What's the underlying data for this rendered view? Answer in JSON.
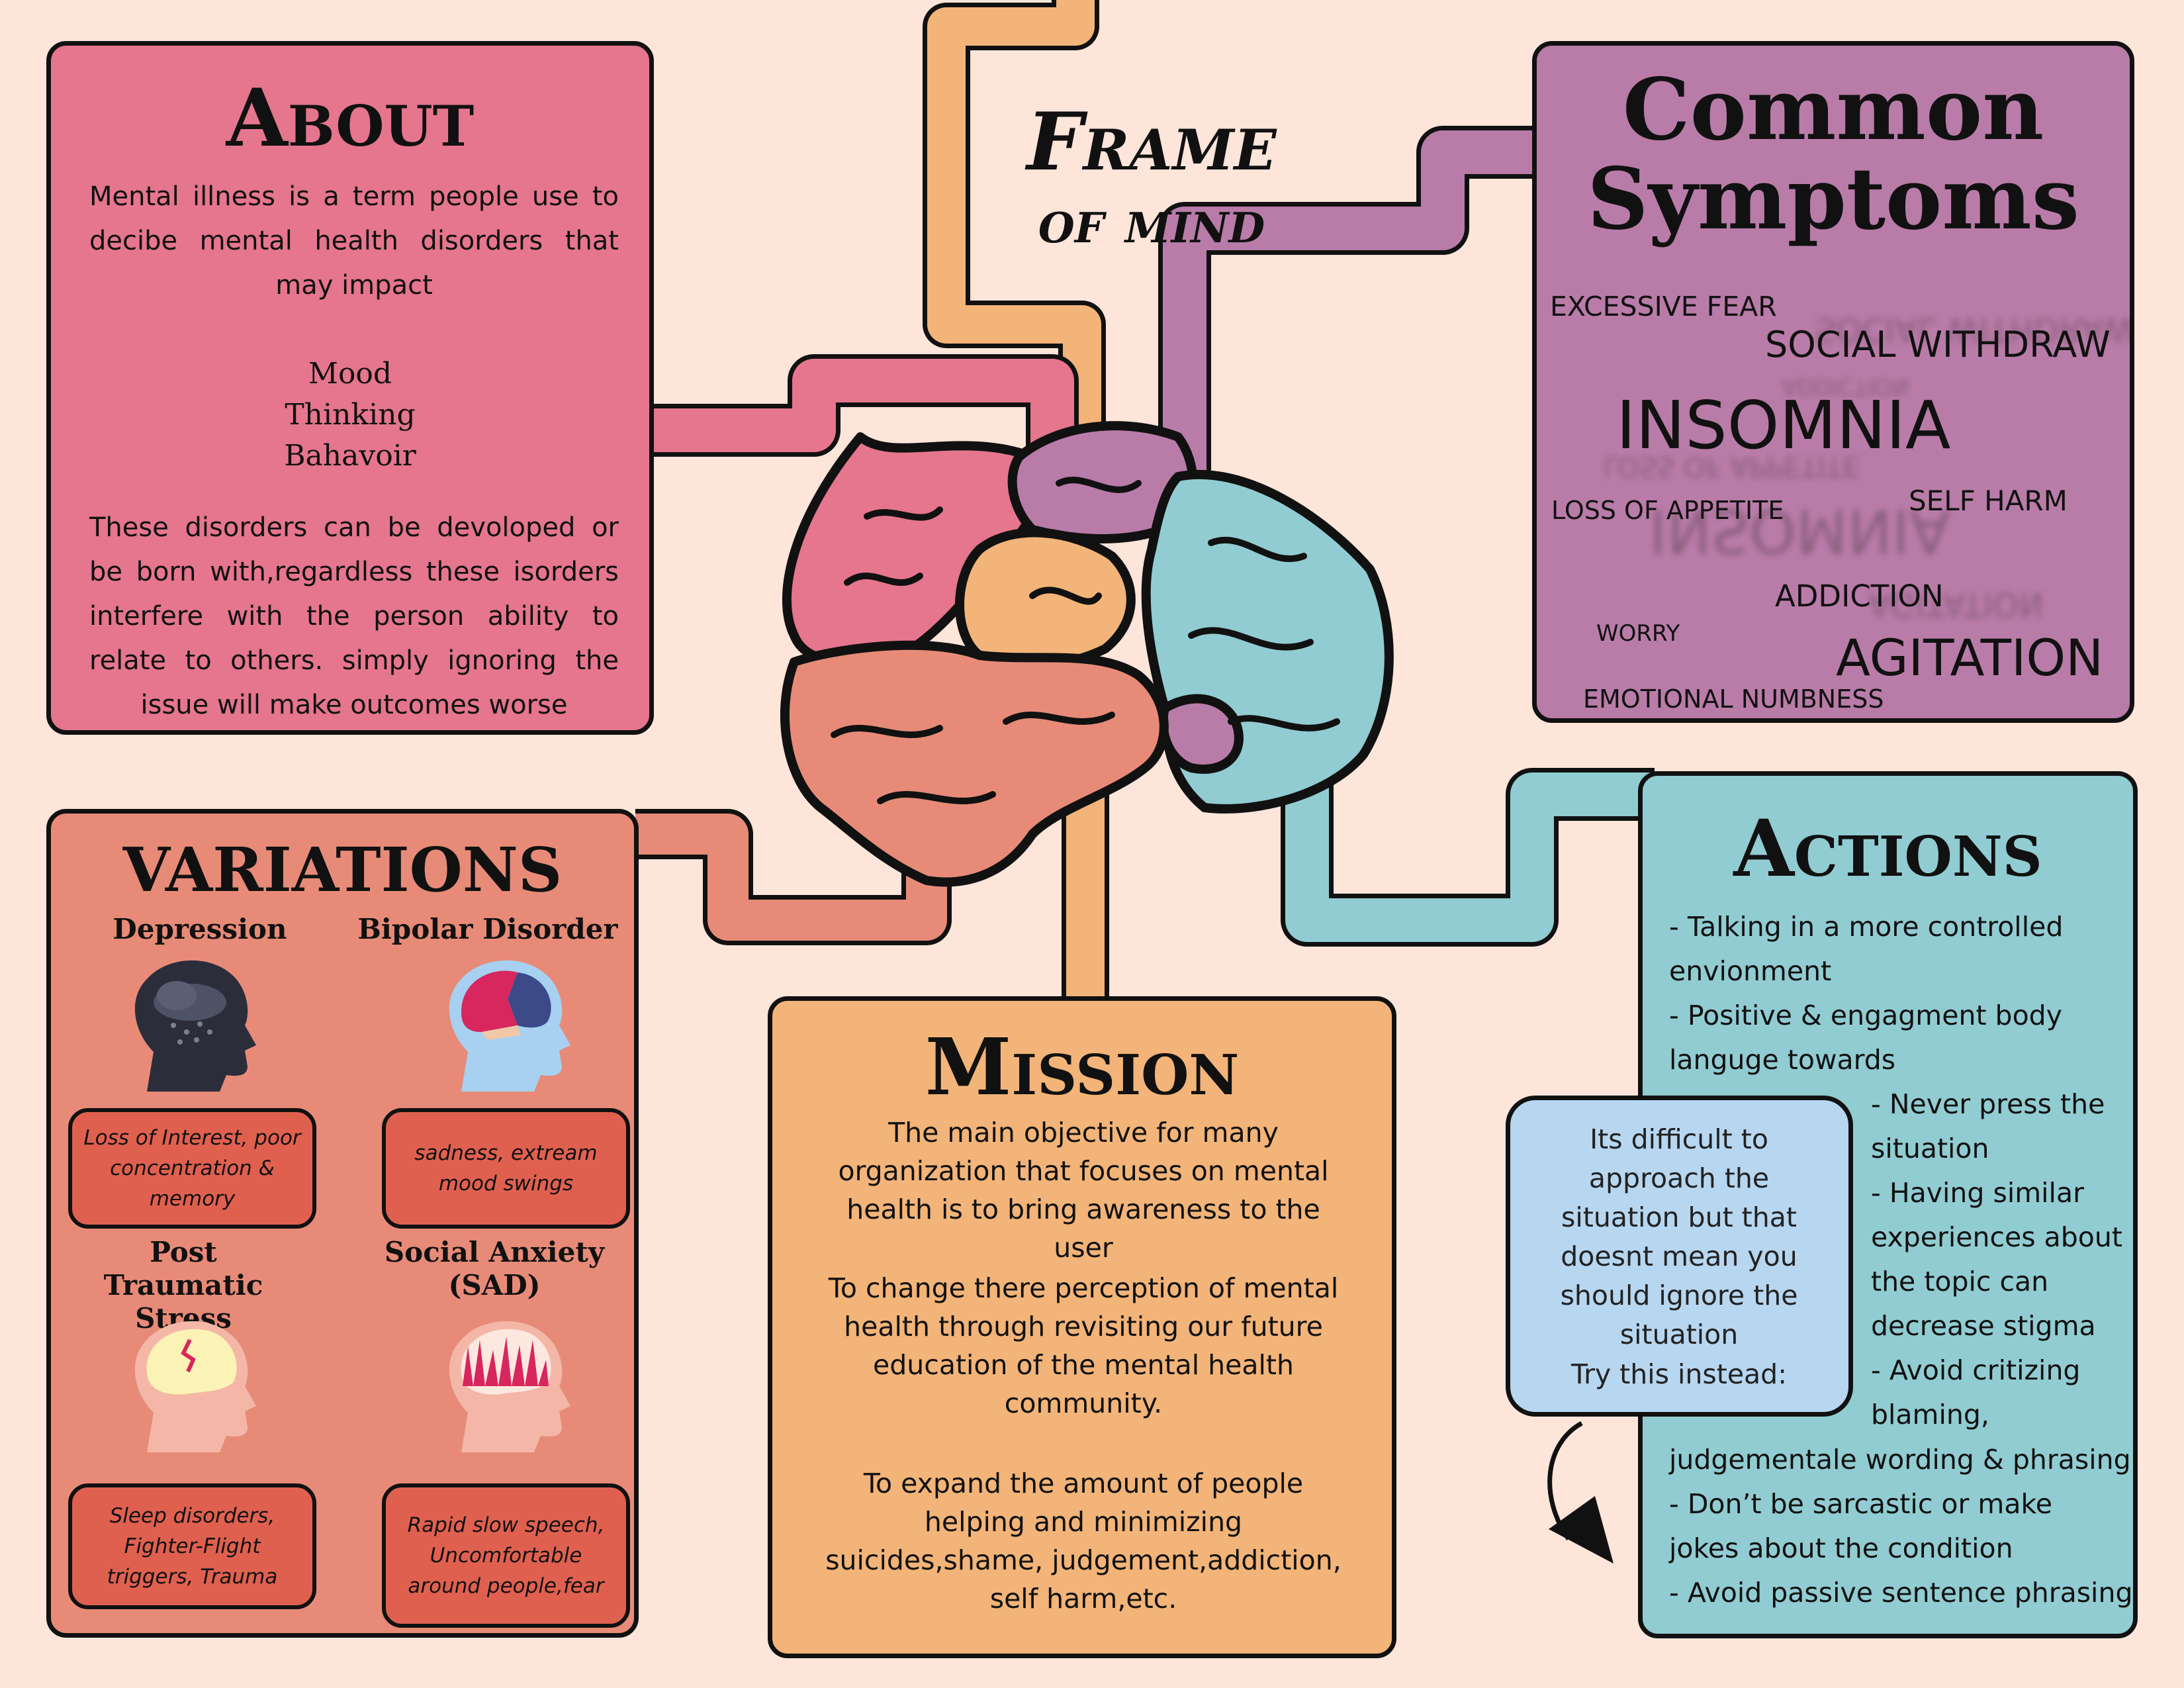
{
  "colors": {
    "background": "#fde5da",
    "about": "#e5768d",
    "symptoms": "#b97ca8",
    "variations": "#e78b78",
    "mission": "#f2b478",
    "actions": "#91ccd2",
    "callout": "#b7d6f0",
    "brain_yellow": "#f2b478",
    "brain_teal": "#91ccd2"
  },
  "header": {
    "title_line1": "Frame",
    "title_line2": "of mind"
  },
  "about": {
    "title": "About",
    "intro": "Mental illness is a term people use to decibe mental health disorders that may impact",
    "items": [
      "Mood",
      "Thinking",
      "Bahavoir"
    ],
    "outro": "These disorders can be devoloped or be born with,regardless these isorders interfere with the person ability to relate to others. simply ignoring the issue will make outcomes worse"
  },
  "symptoms": {
    "title_line1": "Common",
    "title_line2": "Symptoms",
    "words": [
      "EXCESSIVE FEAR",
      "SOCIAL WITHDRAW",
      "INSOMNIA",
      "LOSS OF APPETITE",
      "SELF HARM",
      "ADDICTION",
      "WORRY",
      "AGITATION",
      "EMOTIONAL NUMBNESS"
    ]
  },
  "variations": {
    "title": "VARIATIONS",
    "items": [
      {
        "name": "Depression",
        "desc": "Loss of Interest, poor concentration & memory",
        "icon": "storm-cloud-head-icon"
      },
      {
        "name": "Bipolar Disorder",
        "desc": "sadness, extream mood swings",
        "icon": "split-brain-head-icon"
      },
      {
        "name": "Post Traumatic Stress",
        "desc": "Sleep disorders, Fighter-Flight triggers, Trauma",
        "icon": "cracked-brain-head-icon"
      },
      {
        "name": "Social Anxiety (SAD)",
        "desc": "Rapid slow speech, Uncomfortable around people,fear",
        "icon": "spiked-brain-head-icon"
      }
    ]
  },
  "mission": {
    "title": "Mission",
    "paragraphs": [
      "The main objective for many organization that focuses on mental health is to bring awareness to the user",
      "To change there perception of mental health through revisiting our future education of the mental health community.",
      "To expand the amount of people helping and minimizing suicides,shame, judgement,addiction, self harm,etc."
    ]
  },
  "actions": {
    "title": "Actions",
    "callout": "Its difficult to approach the situation but that doesnt mean you should ignore the situation",
    "callout_cta": "Try this instead:",
    "top_lines": [
      "- Talking in a more controlled",
      "envionment",
      "- Positive & engagment body",
      "languge towards"
    ],
    "right_lines": [
      "- Never press the",
      "situation",
      "- Having similar",
      "experiences about",
      "the topic can",
      "decrease stigma",
      "- Avoid critizing",
      "blaming,"
    ],
    "bottom_lines": [
      "judgementale wording & phrasing",
      "- Don’t be sarcastic or make",
      "jokes about the condition",
      "- Avoid passive sentence phrasing"
    ]
  }
}
